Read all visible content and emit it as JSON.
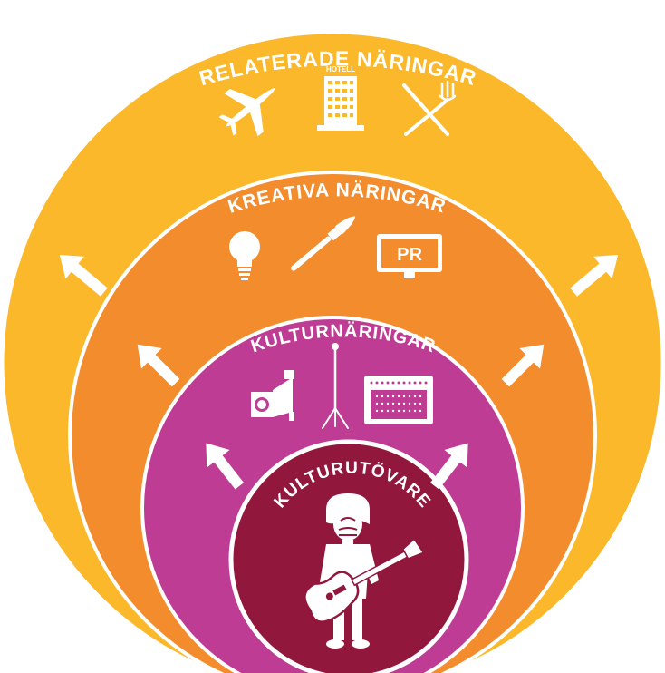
{
  "colors": {
    "outer": "#FBB82A",
    "creative": "#F28C2C",
    "culture_industries": "#BE3C94",
    "practitioners": "#92173C",
    "border": "#ffffff"
  },
  "rings": {
    "outer": {
      "label": "RELATERADE NÄRINGAR",
      "icons": [
        "airplane-icon",
        "hotel-icon",
        "fork-knife-icon"
      ],
      "hotel_sign": "HOTELL"
    },
    "creative": {
      "label": "KREATIVA NÄRINGAR",
      "icons": [
        "light-bulb-icon",
        "paint-brush-icon",
        "monitor-icon"
      ],
      "monitor_text": "PR"
    },
    "culture": {
      "label": "KULTURNÄRINGAR",
      "icons": [
        "stage-light-icon",
        "microphone-stand-icon",
        "amplifier-icon"
      ]
    },
    "core": {
      "label": "KULTURUTÖVARE",
      "icons": [
        "guitarist-icon"
      ]
    }
  }
}
